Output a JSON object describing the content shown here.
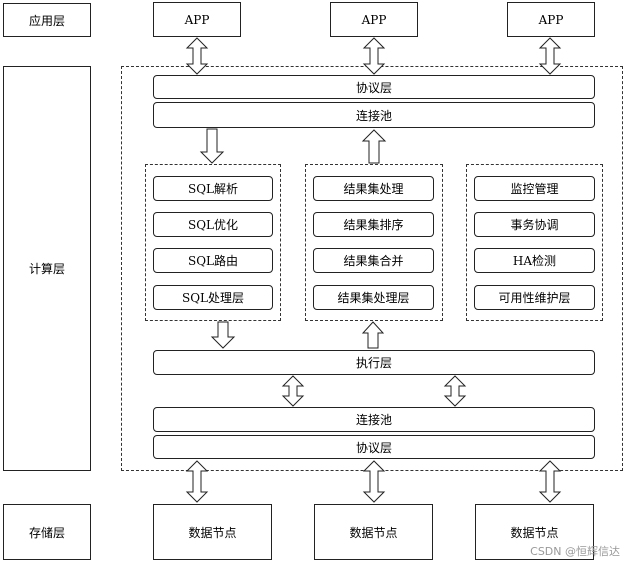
{
  "layers": {
    "application": "应用层",
    "compute": "计算层",
    "storage": "存储层"
  },
  "apps": [
    "APP",
    "APP",
    "APP"
  ],
  "compute": {
    "protocol_top": "协议层",
    "pool_top": "连接池",
    "sql_group": [
      "SQL解析",
      "SQL优化",
      "SQL路由",
      "SQL处理层"
    ],
    "result_group": [
      "结果集处理",
      "结果集排序",
      "结果集合并",
      "结果集处理层"
    ],
    "manage_group": [
      "监控管理",
      "事务协调",
      "HA检测",
      "可用性维护层"
    ],
    "executor": "执行层",
    "pool_bottom": "连接池",
    "protocol_bottom": "协议层"
  },
  "storage_nodes": [
    "数据节点",
    "数据节点",
    "数据节点"
  ],
  "watermark": "CSDN @恒辉信达"
}
